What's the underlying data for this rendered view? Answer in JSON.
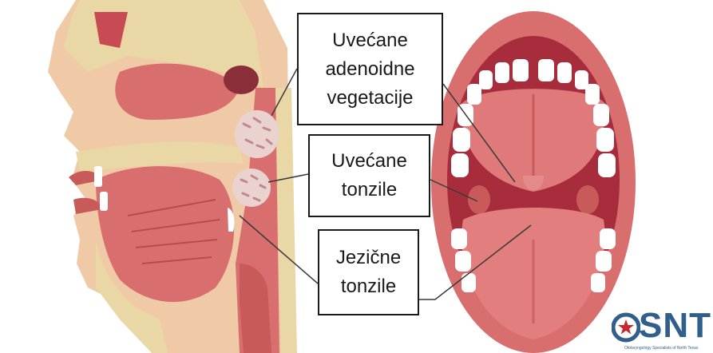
{
  "labels": {
    "adenoid": [
      "Uvećane",
      "adenoidne",
      "vegetacije"
    ],
    "tonsils": [
      "Uvećane",
      "tonzile"
    ],
    "lingual": [
      "Jezične",
      "tonzile"
    ]
  },
  "logo": {
    "name": "SNT",
    "tagline": "Otolaryngology Specialists of North Texas"
  },
  "colors": {
    "tissue": "#d86e6e",
    "tissue_dark": "#b84c4c",
    "bone": "#e9d7a6",
    "skin": "#f0c9a6",
    "tonsil": "#ead2cf",
    "teeth": "#ffffff",
    "logo_blue": "#2f5f8a",
    "logo_red": "#c8252c"
  }
}
